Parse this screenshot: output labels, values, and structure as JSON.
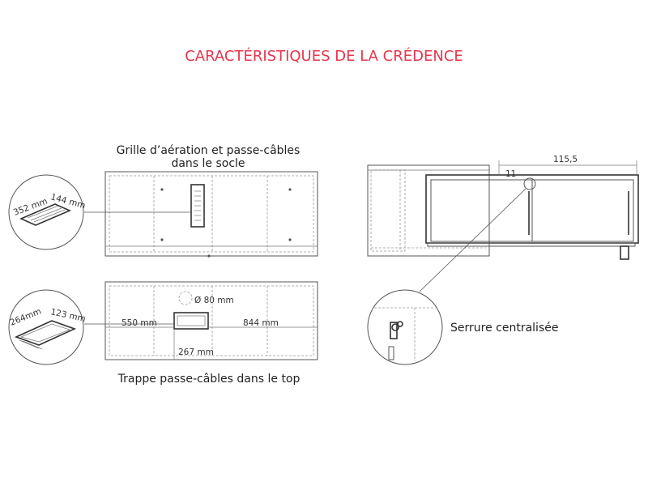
{
  "title": "CARACTÉRISTIQUES DE LA CRÉDENCE",
  "vent_panel": {
    "caption_line1": "Grille d’aération et passe-câbles",
    "caption_line2": "dans le socle",
    "dim_a": "352 mm",
    "dim_b": "144 mm"
  },
  "top_panel": {
    "caption": "Trappe passe-câbles dans le top",
    "dim_a": "264mm",
    "dim_b": "123 mm",
    "diameter": "Ø 80 mm",
    "left_dist": "550 mm",
    "right_dist": "844 mm",
    "depth_dist": "267 mm"
  },
  "cabinet": {
    "width_dim": "115,5",
    "offset_dim": "11",
    "lock_caption": "Serrure centralisée"
  },
  "colors": {
    "title": "#e8344e",
    "line": "#555555"
  }
}
